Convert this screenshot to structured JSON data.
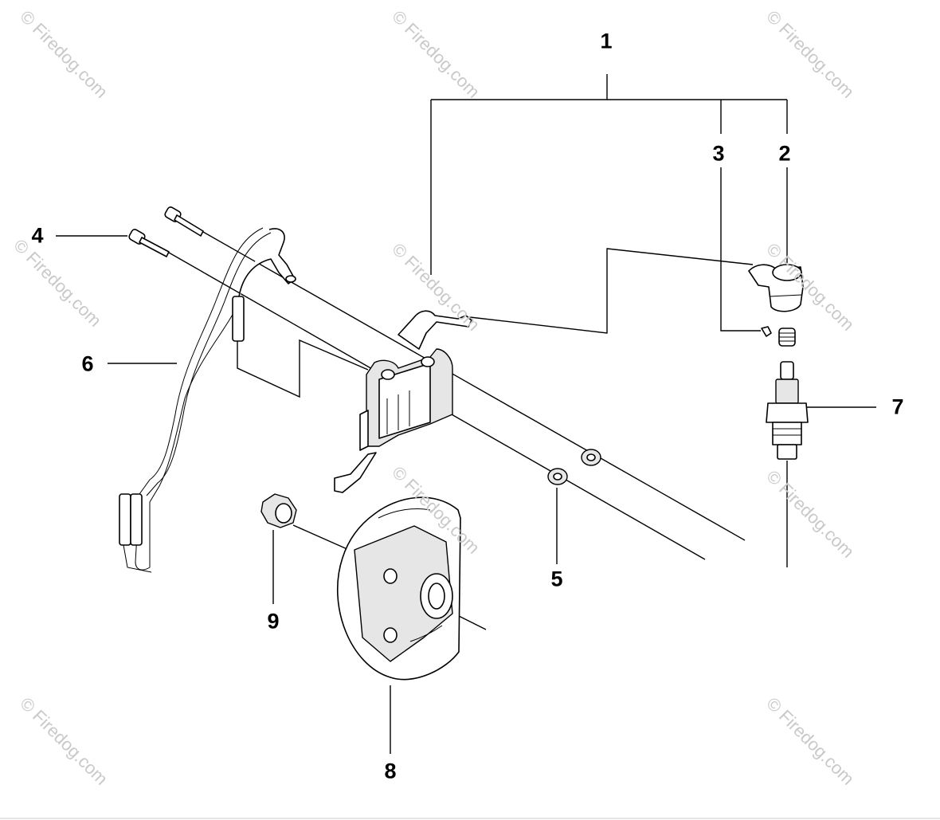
{
  "watermarks": [
    "© Firedog.com",
    "© Firedog.com",
    "© Firedog.com",
    "© Firedog.com",
    "© Firedog.com",
    "© Firedog.com",
    "© Firedog.com",
    "© Firedog.com",
    "© Firedog.com",
    "© Firedog.com"
  ],
  "callouts": [
    "1",
    "2",
    "3",
    "4",
    "5",
    "6",
    "7",
    "8",
    "9"
  ],
  "icons": [
    "ignition-coil-assembly",
    "spark-plug-boot",
    "spring-contact",
    "screw",
    "spacer",
    "ground-wire",
    "spark-plug",
    "flywheel",
    "nut"
  ]
}
